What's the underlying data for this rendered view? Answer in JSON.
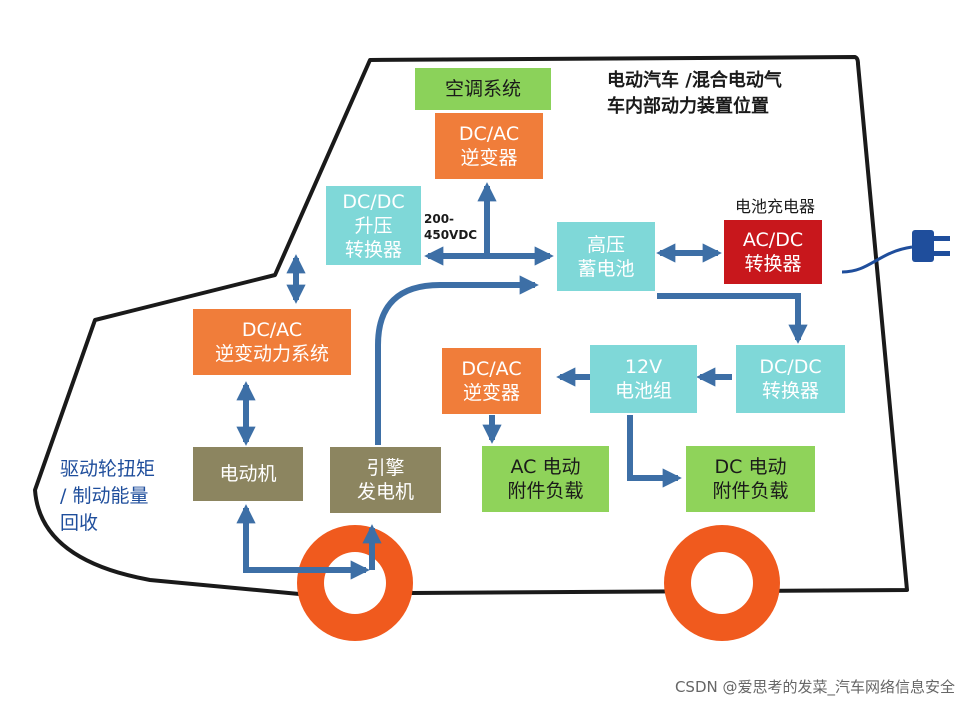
{
  "title": {
    "line1": "电动汽车 /混合电动气",
    "line2": "车内部动力装置位置"
  },
  "boxes": {
    "ac_system": "空调系统",
    "dcac_top": {
      "line1": "DC/AC",
      "line2": "逆变器"
    },
    "dcdc_boost": {
      "line1": "DC/DC",
      "line2": "升压",
      "line3": "转换器"
    },
    "hv_battery": {
      "line1": "高压",
      "line2": "蓄电池"
    },
    "acdc": {
      "line1": "AC/DC",
      "line2": "转换器"
    },
    "dcac_drive": {
      "line1": "DC/AC",
      "line2": "逆变动力系统"
    },
    "dcdc_low": {
      "line1": "DC/DC",
      "line2": "转换器"
    },
    "battery_12v": {
      "line1": "12V",
      "line2": "电池组"
    },
    "dcac_small": {
      "line1": "DC/AC",
      "line2": "逆变器"
    },
    "motor": "电动机",
    "engine": {
      "line1": "引擎",
      "line2": "发电机"
    },
    "ac_load": {
      "line1": "AC 电动",
      "line2": "附件负载"
    },
    "dc_load": {
      "line1": "DC 电动",
      "line2": "附件负载"
    }
  },
  "labels": {
    "charger": "电池充电器",
    "voltage_line1": "200-",
    "voltage_line2": "450VDC",
    "regen_line1": "驱动轮扭矩",
    "regen_line2": "/ 制动能量",
    "regen_line3": "回收"
  },
  "footer": "CSDN @爱思考的发菜_汽车网络信息安全",
  "colors": {
    "arrow": "#3d6fa6",
    "car_outline": "#1a1a1a",
    "wheel": "#f05a1e",
    "plug": "#1f4e9c"
  }
}
